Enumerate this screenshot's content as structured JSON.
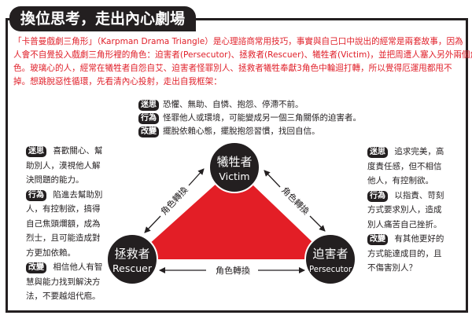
{
  "title": "換位思考，走出內心劇場",
  "intro_lines": [
    "「卡普曼戲劇三角形」（Karpman Drama Triangle）是心理諮商常用技巧，事實與自己口中說出的經常是兩套故事，因為",
    "人會不自覺投入戲劇三角形裡的角色：迫害者(Persecutor)、拯救者(Rescuer)、犧牲者(Victim)，並把周遭人塞入另外兩個角",
    "色。玻璃心的人，經常在犧牲者自怨自艾、迫害者怪罪別人、拯救者犧牲奉獻3角色中輪迴打轉，所以覺得厄運甩都甩不",
    "掉。想跳脫惡性循環，先看清內心投射，走出自我框架："
  ],
  "tags": {
    "myth": "迷思",
    "behavior": "行為",
    "change": "改變"
  },
  "victim_box": {
    "myth": [
      "恐懼、無助、自憐、抱怨、停滯不前。"
    ],
    "behavior": [
      "怪罪他人或環境，可能變成另一個三角關係的迫害者。"
    ],
    "change": [
      "擺脫依賴心態，擺脫抱怨習慣，找回自信。"
    ]
  },
  "rescuer_box": {
    "myth": [
      "喜歡關心、幫",
      "助別人，漠視他人解",
      "決問題的能力。"
    ],
    "behavior": [
      "陷進去幫助別",
      "人，有控制欲，搞得",
      "自己焦頭爛額，成為",
      "烈士，且可能造成對",
      "方更加依賴。"
    ],
    "change": [
      "相信他人有智",
      "慧與能力找到解決方",
      "法，不要越俎代庖。"
    ]
  },
  "persecutor_box": {
    "myth": [
      "追求完美，高",
      "度責任感，但不相信",
      "他人，有控制欲。"
    ],
    "behavior": [
      "以指責、苛刻",
      "方式要求別人，造成",
      "別人痛苦自己挫折。"
    ],
    "change": [
      "有其他更好的",
      "方式能達成目的，且",
      "不傷害別人？"
    ]
  },
  "roles": {
    "victim": {
      "zh": "犧牲者",
      "en": "Victim"
    },
    "rescuer": {
      "zh": "拯救者",
      "en": "Rescuer"
    },
    "persecutor": {
      "zh": "迫害者",
      "en": "Persecutor"
    }
  },
  "arrow_label": "角色轉換",
  "colors": {
    "accent": "#e31e26",
    "dark": "#231f20",
    "intro_text": "#e0202a"
  }
}
